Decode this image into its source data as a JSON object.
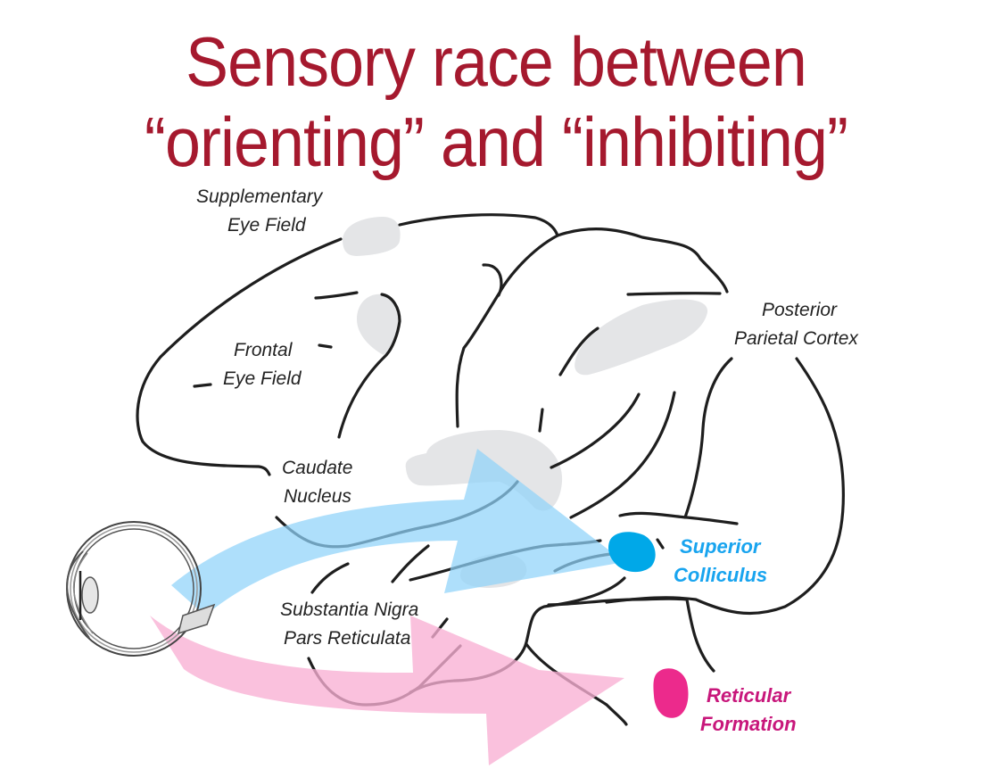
{
  "title": {
    "line1": "Sensory race between",
    "line2": "“orienting” and “inhibiting”"
  },
  "labels": {
    "sef": [
      "Supplementary",
      "Eye Field"
    ],
    "fef": [
      "Frontal",
      "Eye Field"
    ],
    "ppc": [
      "Posterior",
      "Parietal Cortex"
    ],
    "caudate": [
      "Caudate",
      "Nucleus"
    ],
    "snpr": [
      "Substantia Nigra",
      "Pars Reticulata"
    ],
    "sc": [
      "Superior",
      "Colliculus"
    ],
    "rf": [
      "Reticular",
      "Formation"
    ]
  },
  "pathways": [
    {
      "name": "orienting",
      "target": "Superior Colliculus",
      "color": "#8fd3fa"
    },
    {
      "name": "inhibiting",
      "target": "Reticular Formation",
      "color": "#f9b0d3"
    }
  ],
  "colors": {
    "title": "#a5192e",
    "region": "#e4e5e7",
    "superior_colliculus": "#00a8e8",
    "reticular_formation": "#ec2a8c",
    "orienting_arrow": "#8fd3fa",
    "inhibiting_arrow": "#f9b0d3",
    "sc_label": "#18a4ef",
    "rf_label": "#c8177b"
  }
}
